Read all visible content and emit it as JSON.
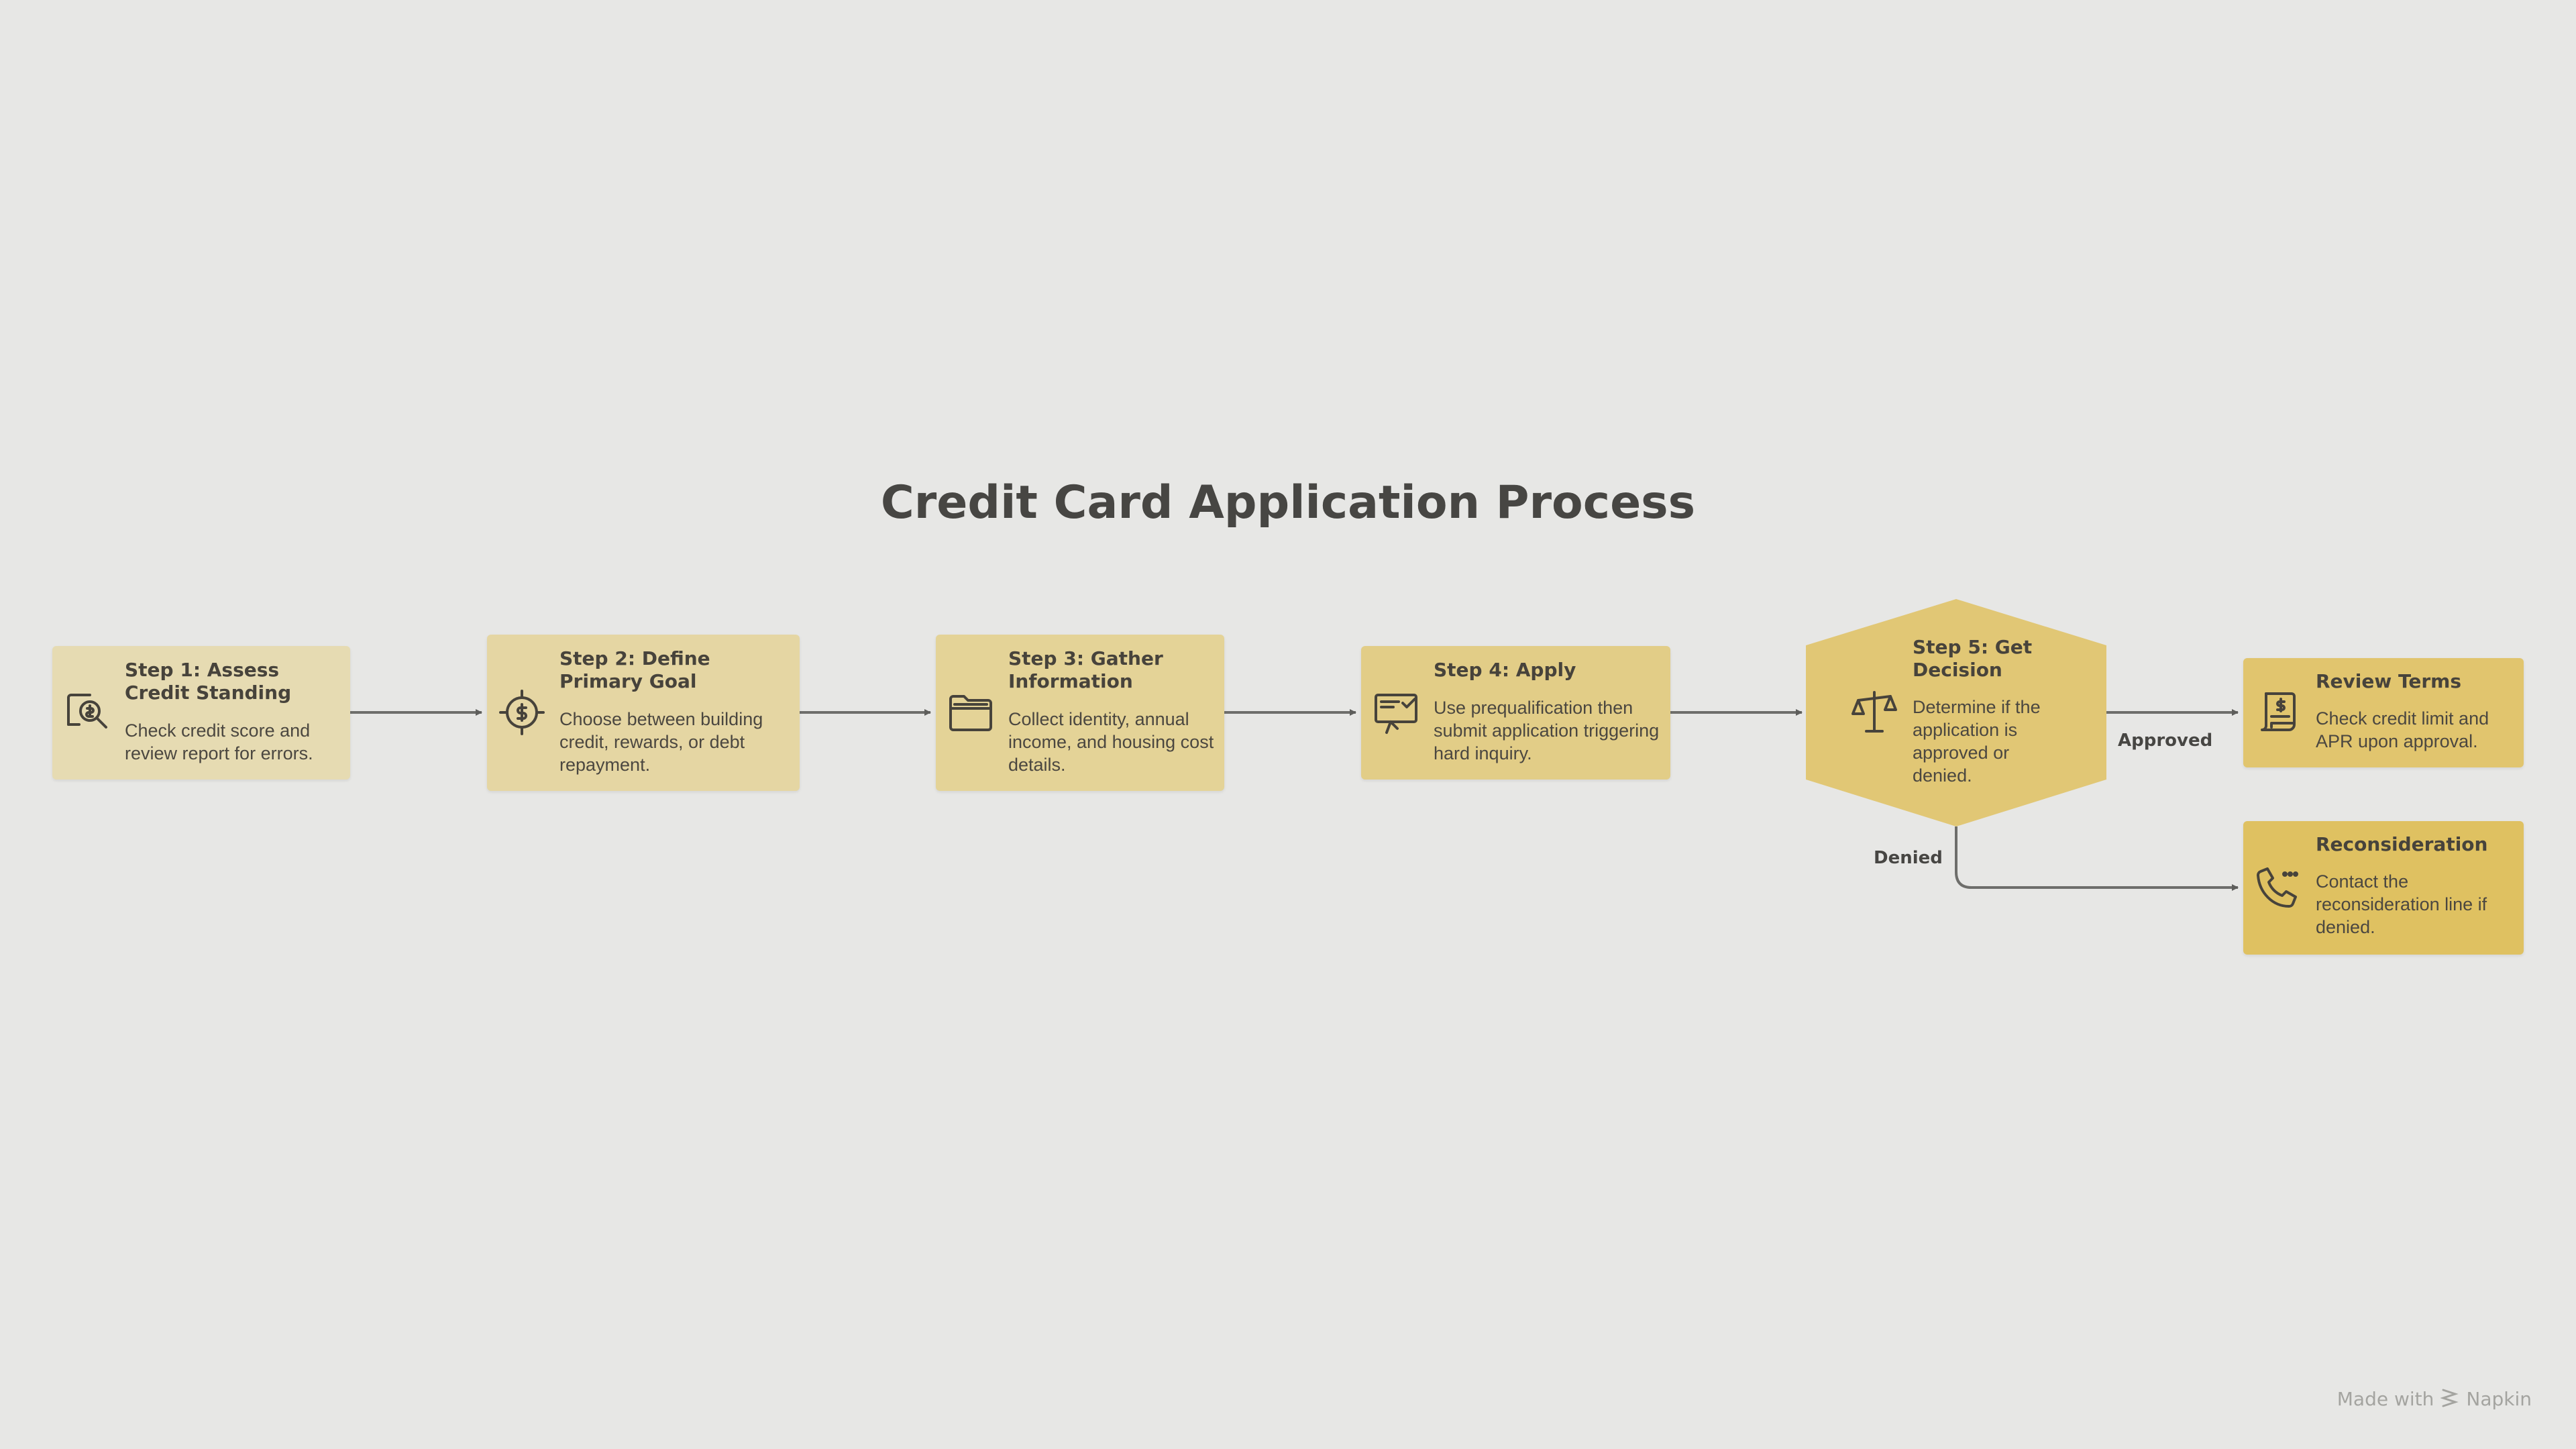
{
  "title": "Credit Card Application Process",
  "steps": [
    {
      "heading": "Step 1: Assess Credit Standing",
      "description": "Check credit score and review report for errors.",
      "icon": "credit-report-search-icon",
      "color": "#e6dbb2"
    },
    {
      "heading": "Step 2: Define Primary Goal",
      "description": "Choose between building credit, rewards, or debt repayment.",
      "icon": "dollar-target-icon",
      "color": "#e5d6a3"
    },
    {
      "heading": "Step 3: Gather Information",
      "description": "Collect identity, annual income, and housing cost details.",
      "icon": "folder-icon",
      "color": "#e4d397"
    },
    {
      "heading": "Step 4: Apply",
      "description": "Use prequalification then submit application triggering hard inquiry.",
      "icon": "online-application-icon",
      "color": "#e2cd87"
    },
    {
      "heading": "Step 5: Get Decision",
      "description": "Determine if the application is approved or denied.",
      "icon": "balance-scale-icon",
      "color": "#e1c775"
    },
    {
      "heading": "Review Terms",
      "description": "Check credit limit and APR upon approval.",
      "icon": "terms-document-icon",
      "color": "#e1c56e"
    },
    {
      "heading": "Reconsideration",
      "description": "Contact the reconsideration line if denied.",
      "icon": "phone-call-icon",
      "color": "#dfc161"
    }
  ],
  "branch_labels": {
    "approved": "Approved",
    "denied": "Denied"
  },
  "footer": {
    "made_with": "Made with",
    "brand": "Napkin"
  },
  "colors": {
    "background": "#e7e7e5",
    "text": "#474643",
    "connector": "#6e6e6b"
  }
}
